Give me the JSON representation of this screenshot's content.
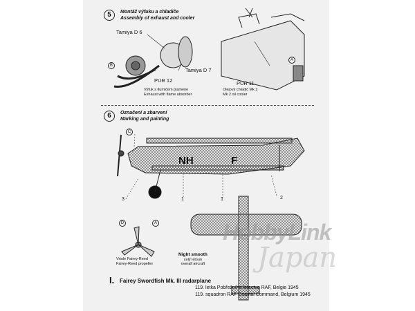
{
  "step5": {
    "number": "5",
    "title_cz": "Montáž výfuku a chladiče",
    "title_en": "Assembly of exhaust and cooler",
    "parts": {
      "tamiya_d6": "Tamiya D 6",
      "tamiya_d7": "Tamiya D 7",
      "pur12": "PUR 12",
      "pur11": "PUR 11",
      "letter_b": "B",
      "letter_a": "A"
    },
    "exhaust_cz": "Výfuk s tlumičem plamene",
    "exhaust_en": "Exhaust with flame absorber",
    "cooler_cz": "Olejový chladič Mk 2",
    "cooler_en": "Mk 2 oil cooler"
  },
  "step6": {
    "number": "6",
    "title_cz": "Označení a zbarvení",
    "title_en": "Marking and painting",
    "codes": {
      "left": "NH",
      "right": "F"
    },
    "callouts": [
      "3",
      "1",
      "1",
      "2"
    ],
    "letter_c": "C",
    "prop_letters": {
      "d": "D",
      "a": "A"
    },
    "prop_cz": "Vrtule Fairey-Reed",
    "prop_en": "Fairey-Reed propeller",
    "night_title": "Night smooth",
    "night_cz": "celý letoun",
    "night_en": "overall aircraft"
  },
  "caption": {
    "roman": "I.",
    "title": "Fairey Swordfish Mk. III  radarplane",
    "line1": "119. letka Pobřežního letectva RAF, Belgie 1945",
    "line2": "119. squadron RAF Coastal Command, Belgium 1945"
  },
  "watermark": {
    "line1": "HobbyLink",
    "line2": "Japan"
  }
}
